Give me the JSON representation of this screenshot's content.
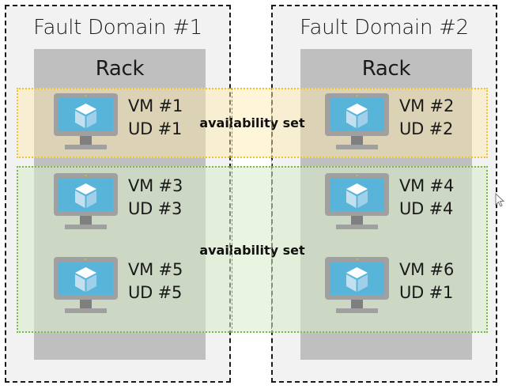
{
  "fault_domains": [
    {
      "title": "Fault Domain #1",
      "rack": "Rack"
    },
    {
      "title": "Fault Domain #2",
      "rack": "Rack"
    }
  ],
  "availability_sets": [
    {
      "label": "availability set",
      "color": "#f2c230"
    },
    {
      "label": "availability set",
      "color": "#7cb84a"
    }
  ],
  "vms": [
    {
      "vm": "VM #1",
      "ud": "UD #1",
      "fault_domain": 1,
      "availability_set": 1
    },
    {
      "vm": "VM #2",
      "ud": "UD #2",
      "fault_domain": 2,
      "availability_set": 1
    },
    {
      "vm": "VM #3",
      "ud": "UD #3",
      "fault_domain": 1,
      "availability_set": 2
    },
    {
      "vm": "VM #4",
      "ud": "UD #4",
      "fault_domain": 2,
      "availability_set": 2
    },
    {
      "vm": "VM #5",
      "ud": "UD #5",
      "fault_domain": 1,
      "availability_set": 2
    },
    {
      "vm": "VM #6",
      "ud": "UD #1",
      "fault_domain": 2,
      "availability_set": 2
    }
  ],
  "icons": {
    "vm": "monitor-cube-icon",
    "cursor": "mouse-pointer-icon"
  },
  "colors": {
    "screen": "#59b4d9",
    "monitor": "#a0a0a0",
    "rack": "#bfbfbf",
    "fault_domain_bg": "#f2f2f2"
  }
}
